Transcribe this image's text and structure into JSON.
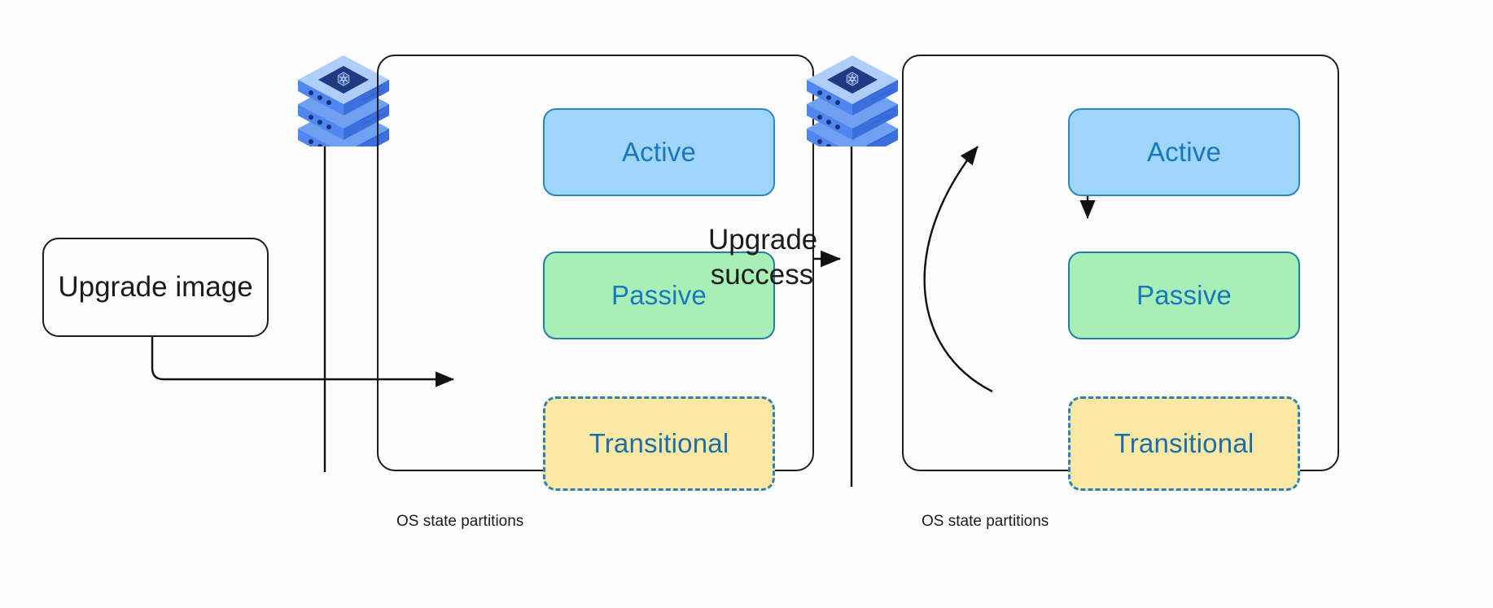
{
  "diagram": {
    "title": "OS state partitions upgrade flow",
    "transition": {
      "label_line1": "Upgrade",
      "label_line2": "success",
      "arrow": "arrow-right"
    },
    "source": {
      "box_label": "Upgrade image"
    },
    "stages": [
      {
        "id": "before",
        "caption": "OS state partitions",
        "icon_name": "kubernetes-server-stack-icon",
        "states": [
          {
            "key": "active",
            "label": "Active"
          },
          {
            "key": "passive",
            "label": "Passive"
          },
          {
            "key": "transitional",
            "label": "Transitional"
          }
        ]
      },
      {
        "id": "after",
        "caption": "OS state partitions",
        "icon_name": "kubernetes-server-stack-icon",
        "states": [
          {
            "key": "active",
            "label": "Active"
          },
          {
            "key": "passive",
            "label": "Passive"
          },
          {
            "key": "transitional",
            "label": "Transitional"
          }
        ]
      }
    ]
  },
  "colors": {
    "active_fill": "#9FD5F8",
    "active_border": "#2B87C0",
    "passive_fill": "#A7EFB6",
    "passive_border": "#1F7FA8",
    "transitional_fill": "#FBE8A4",
    "transitional_border": "#2C80BC",
    "state_text": "#1878BE",
    "outline": "#1d1d1d",
    "background": "#fdfdfd",
    "server_top": "#1E3A80",
    "server_body": "#4F86F0",
    "server_light": "#AFCDFB"
  }
}
